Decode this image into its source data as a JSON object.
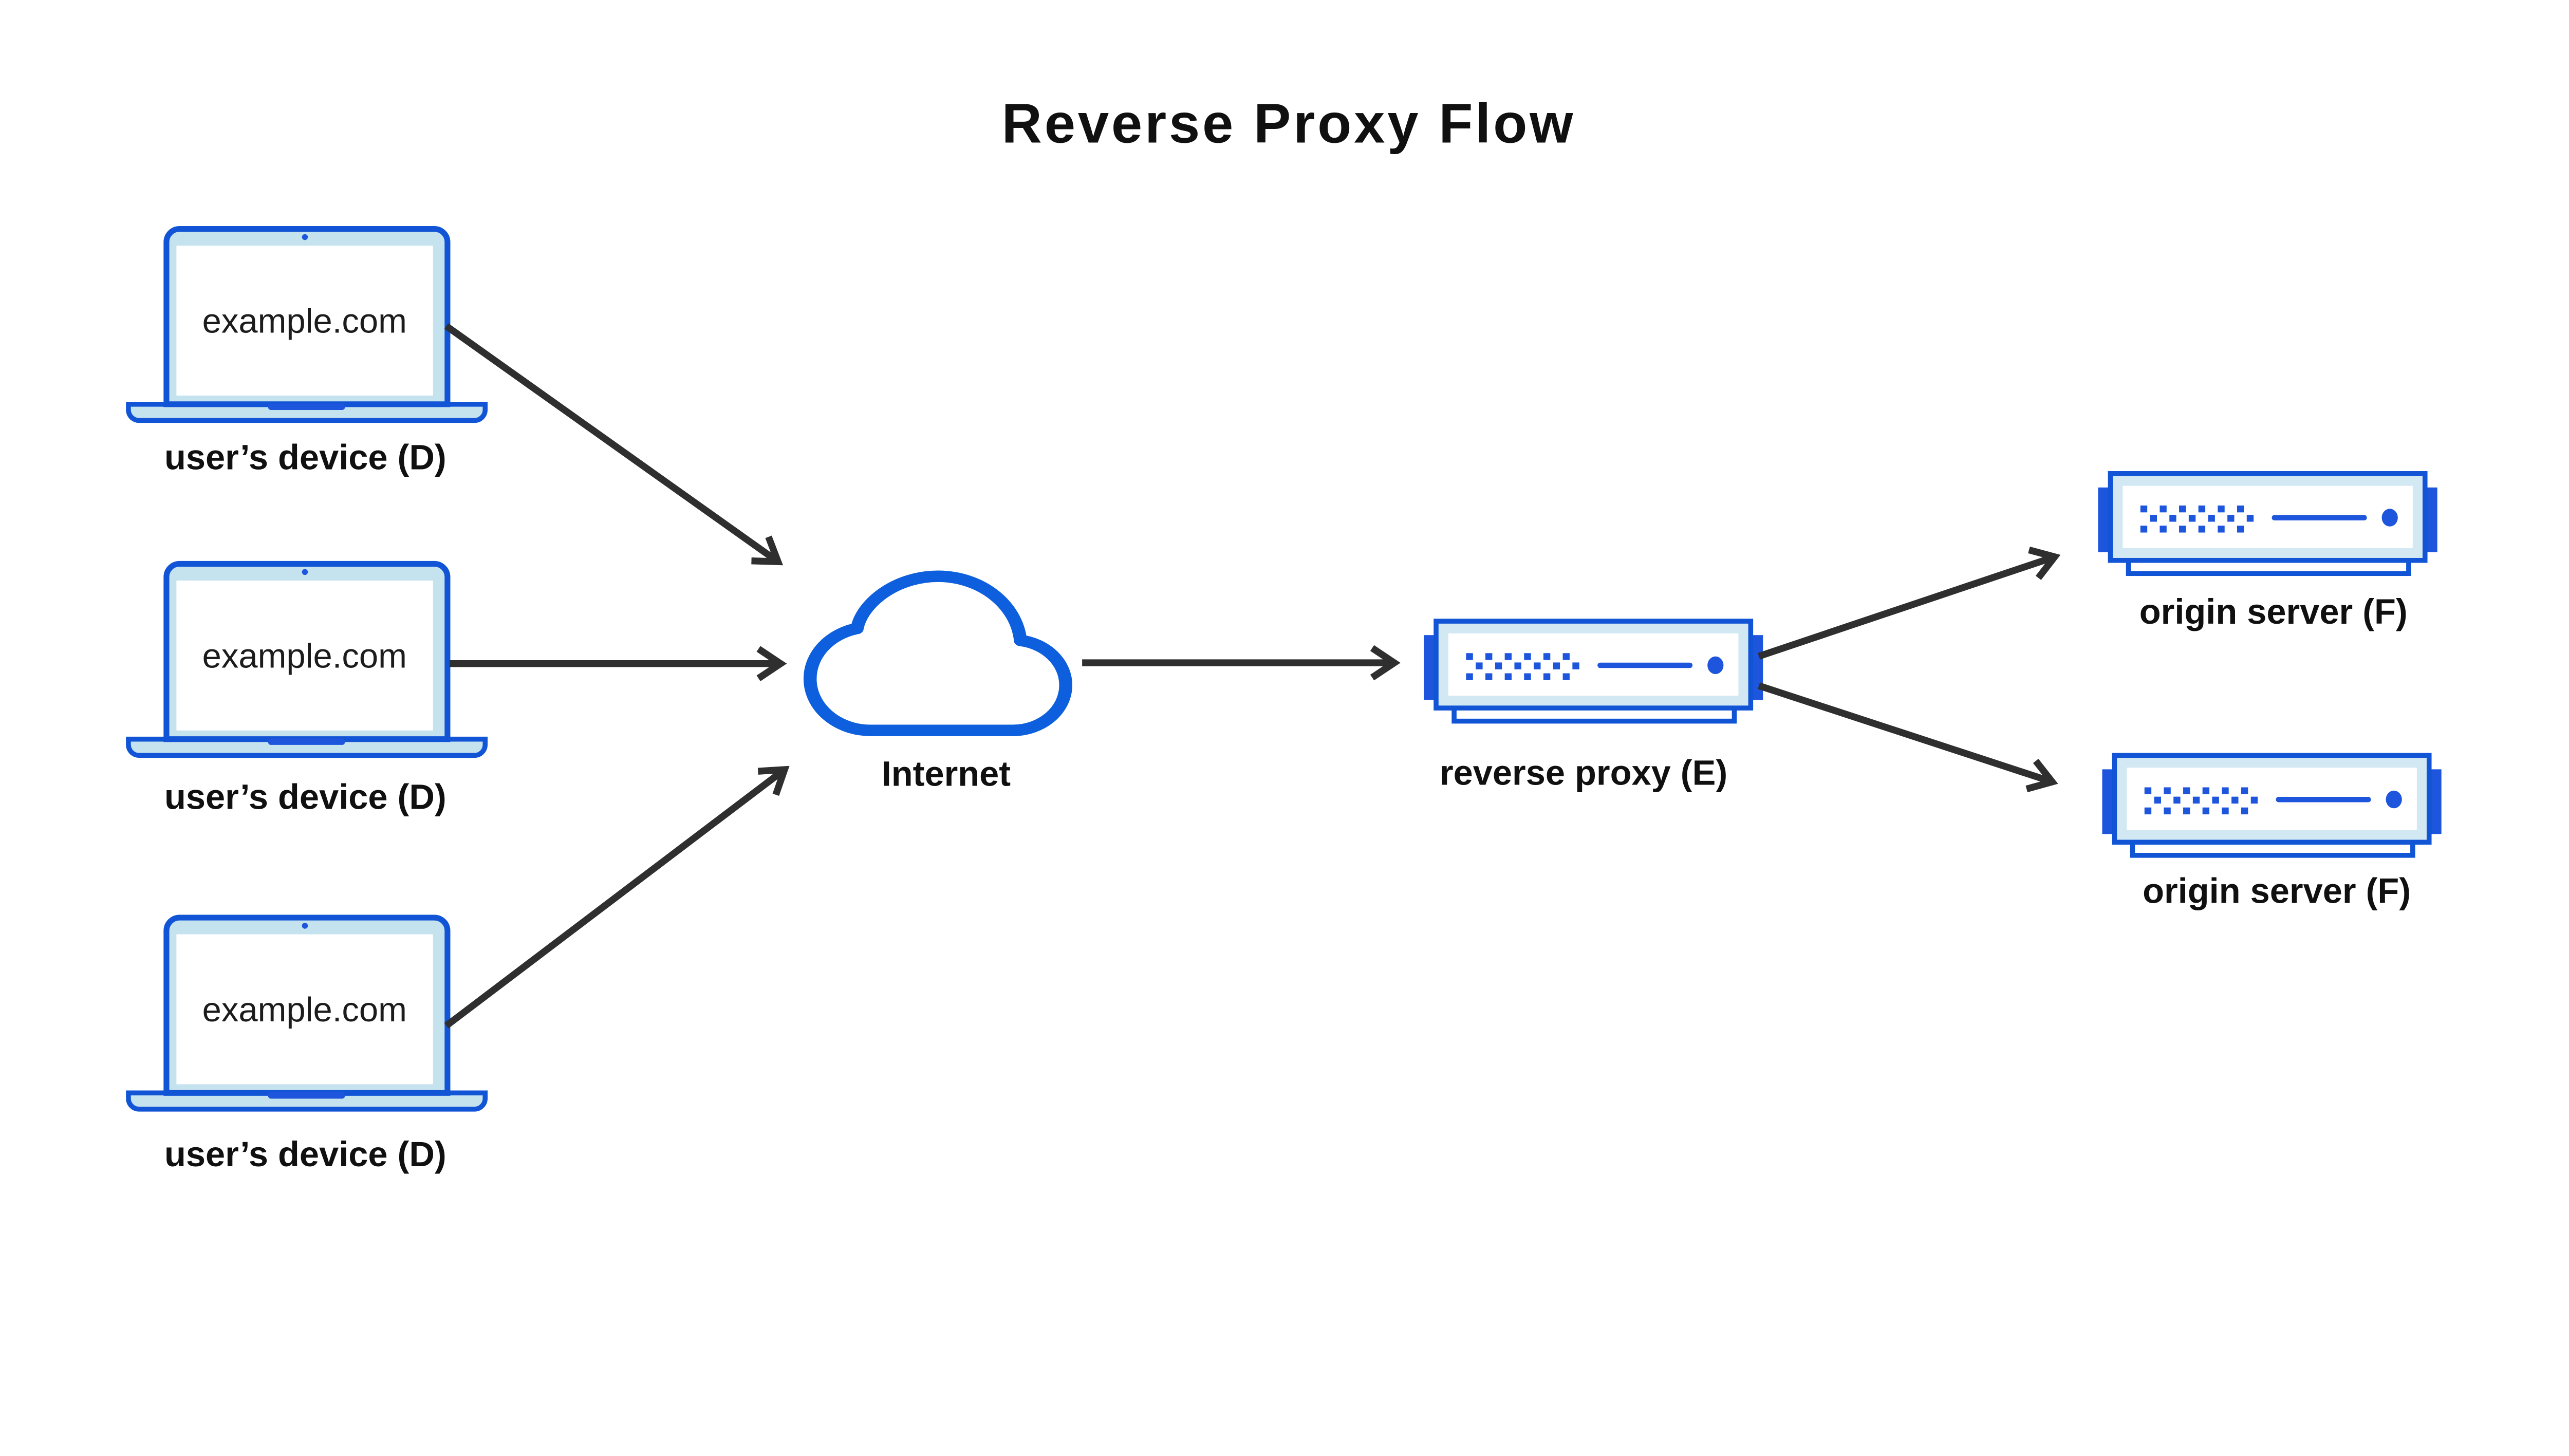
{
  "title": "Reverse Proxy Flow",
  "devices": [
    {
      "screen": "example.com",
      "label": "user’s device (D)"
    },
    {
      "screen": "example.com",
      "label": "user’s device (D)"
    },
    {
      "screen": "example.com",
      "label": "user’s device (D)"
    }
  ],
  "internet": {
    "label": "Internet"
  },
  "reverse_proxy": {
    "label": "reverse proxy (E)"
  },
  "origin_servers": [
    {
      "label": "origin server (F)"
    },
    {
      "label": "origin server (F)"
    }
  ],
  "edges": [
    {
      "from": "user’s device (D) #1",
      "to": "Internet"
    },
    {
      "from": "user’s device (D) #2",
      "to": "Internet"
    },
    {
      "from": "user’s device (D) #3",
      "to": "Internet"
    },
    {
      "from": "Internet",
      "to": "reverse proxy (E)"
    },
    {
      "from": "reverse proxy (E)",
      "to": "origin server (F) #1"
    },
    {
      "from": "reverse proxy (E)",
      "to": "origin server (F) #2"
    }
  ],
  "colors": {
    "outline_blue": "#1155d6",
    "cloud_blue": "#0d5fdd",
    "fill_blue": "#1d55dd",
    "laptop_bezel": "#c5e2ef",
    "server_bezel": "#d2e8f3",
    "arrow": "#2f2f2f",
    "text": "#101010",
    "text_screen": "#1c1c1c"
  }
}
